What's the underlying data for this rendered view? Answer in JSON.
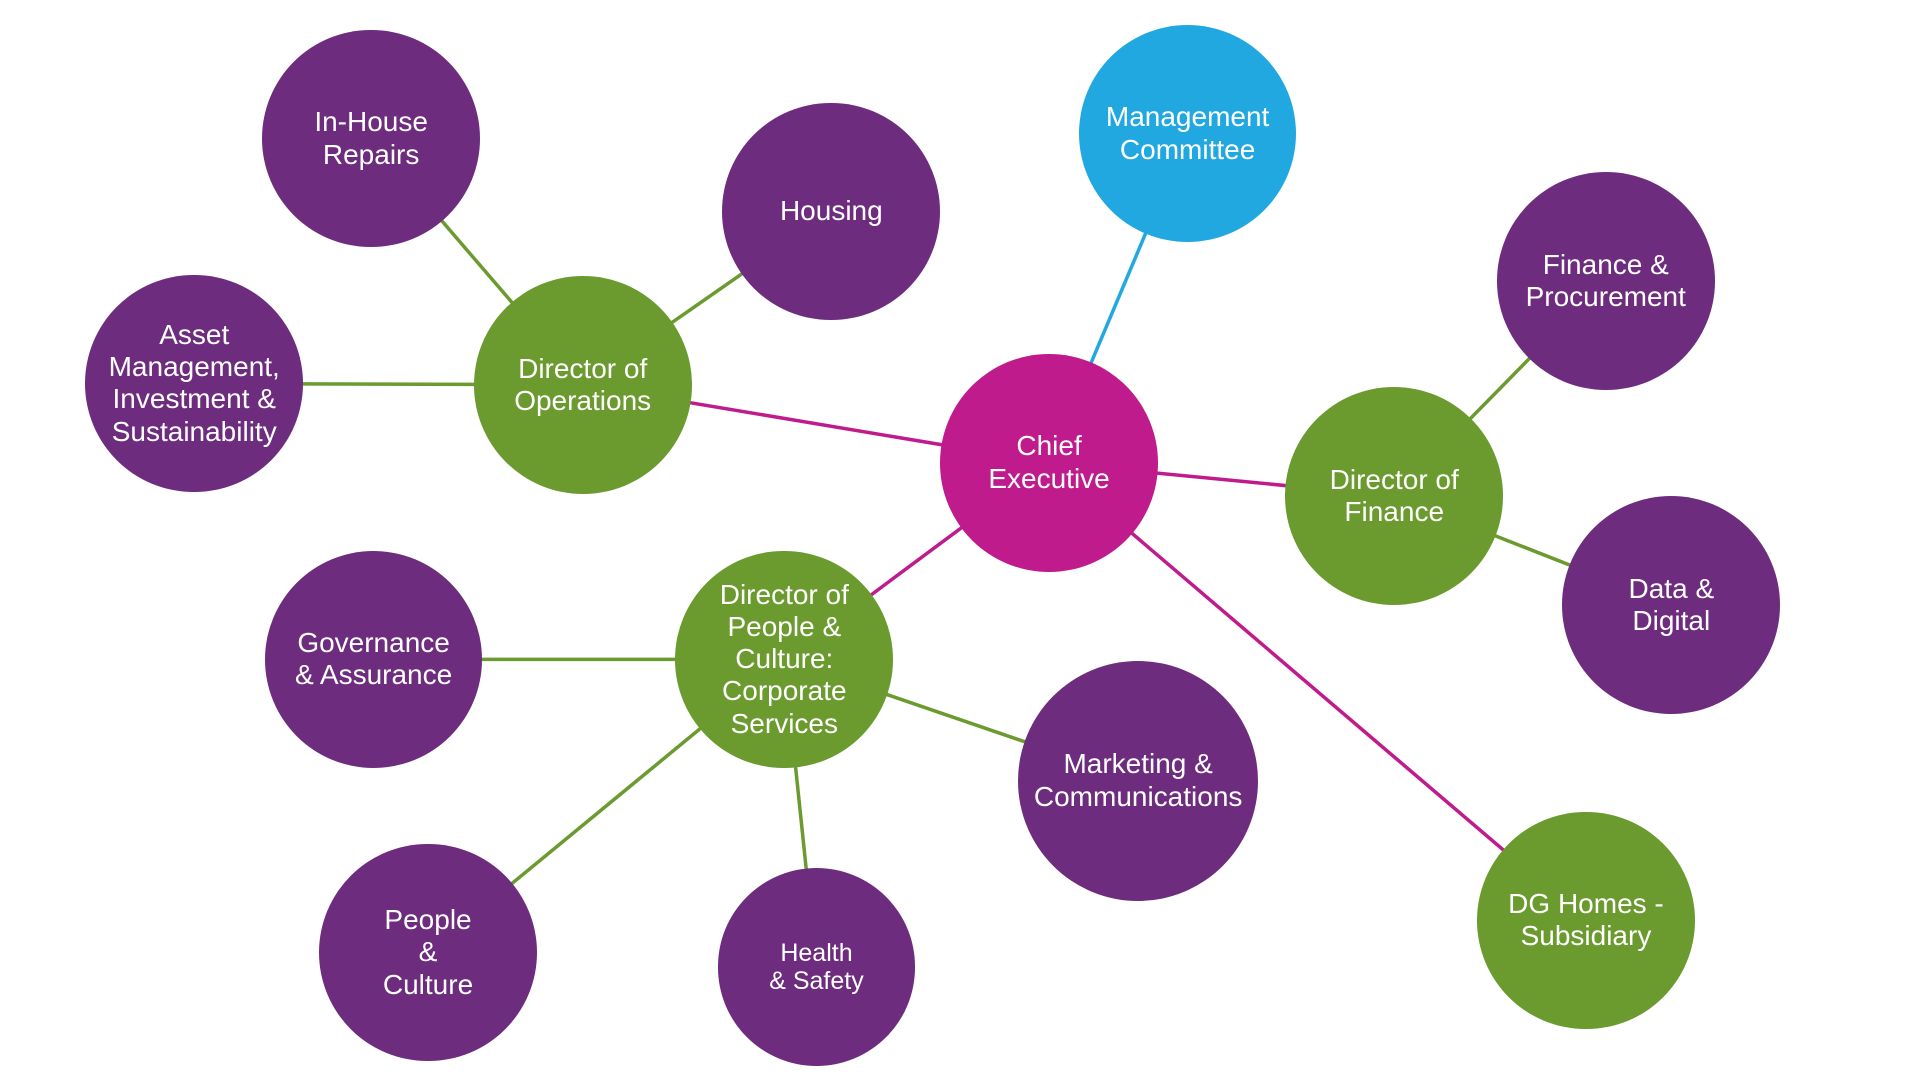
{
  "colors": {
    "purple": "#6d2c7d",
    "green": "#6b9a2e",
    "magenta": "#bf1b8c",
    "blue": "#22a8e0"
  },
  "nodes": [
    {
      "id": "chief-executive",
      "label": "Chief\nExecutive",
      "color": "magenta"
    },
    {
      "id": "management-committee",
      "label": "Management\nCommittee",
      "color": "blue"
    },
    {
      "id": "director-of-operations",
      "label": "Director of\nOperations",
      "color": "green"
    },
    {
      "id": "director-of-finance",
      "label": "Director of\nFinance",
      "color": "green"
    },
    {
      "id": "director-of-people-culture",
      "label": "Director of\nPeople &\nCulture:\nCorporate\nServices",
      "color": "green"
    },
    {
      "id": "dg-homes-subsidiary",
      "label": "DG Homes -\nSubsidiary",
      "color": "green"
    },
    {
      "id": "in-house-repairs",
      "label": "In-House\nRepairs",
      "color": "purple"
    },
    {
      "id": "housing",
      "label": "Housing",
      "color": "purple"
    },
    {
      "id": "asset-management",
      "label": "Asset\nManagement,\nInvestment &\nSustainability",
      "color": "purple"
    },
    {
      "id": "finance-procurement",
      "label": "Finance &\nProcurement",
      "color": "purple"
    },
    {
      "id": "data-digital",
      "label": "Data &\nDigital",
      "color": "purple"
    },
    {
      "id": "governance-assurance",
      "label": "Governance\n& Assurance",
      "color": "purple"
    },
    {
      "id": "marketing-communications",
      "label": "Marketing &\nCommunications",
      "color": "purple"
    },
    {
      "id": "people-culture",
      "label": "People\n&\nCulture",
      "color": "purple"
    },
    {
      "id": "health-safety",
      "label": "Health\n& Safety",
      "color": "purple"
    }
  ],
  "edges": [
    {
      "from": "chief-executive",
      "to": "management-committee",
      "color": "blue"
    },
    {
      "from": "chief-executive",
      "to": "director-of-operations",
      "color": "magenta"
    },
    {
      "from": "chief-executive",
      "to": "director-of-finance",
      "color": "magenta"
    },
    {
      "from": "chief-executive",
      "to": "director-of-people-culture",
      "color": "magenta"
    },
    {
      "from": "chief-executive",
      "to": "dg-homes-subsidiary",
      "color": "magenta"
    },
    {
      "from": "director-of-operations",
      "to": "in-house-repairs",
      "color": "green"
    },
    {
      "from": "director-of-operations",
      "to": "housing",
      "color": "green"
    },
    {
      "from": "director-of-operations",
      "to": "asset-management",
      "color": "green"
    },
    {
      "from": "director-of-finance",
      "to": "finance-procurement",
      "color": "green"
    },
    {
      "from": "director-of-finance",
      "to": "data-digital",
      "color": "green"
    },
    {
      "from": "director-of-people-culture",
      "to": "governance-assurance",
      "color": "green"
    },
    {
      "from": "director-of-people-culture",
      "to": "marketing-communications",
      "color": "green"
    },
    {
      "from": "director-of-people-culture",
      "to": "people-culture",
      "color": "green"
    },
    {
      "from": "director-of-people-culture",
      "to": "health-safety",
      "color": "green"
    }
  ]
}
